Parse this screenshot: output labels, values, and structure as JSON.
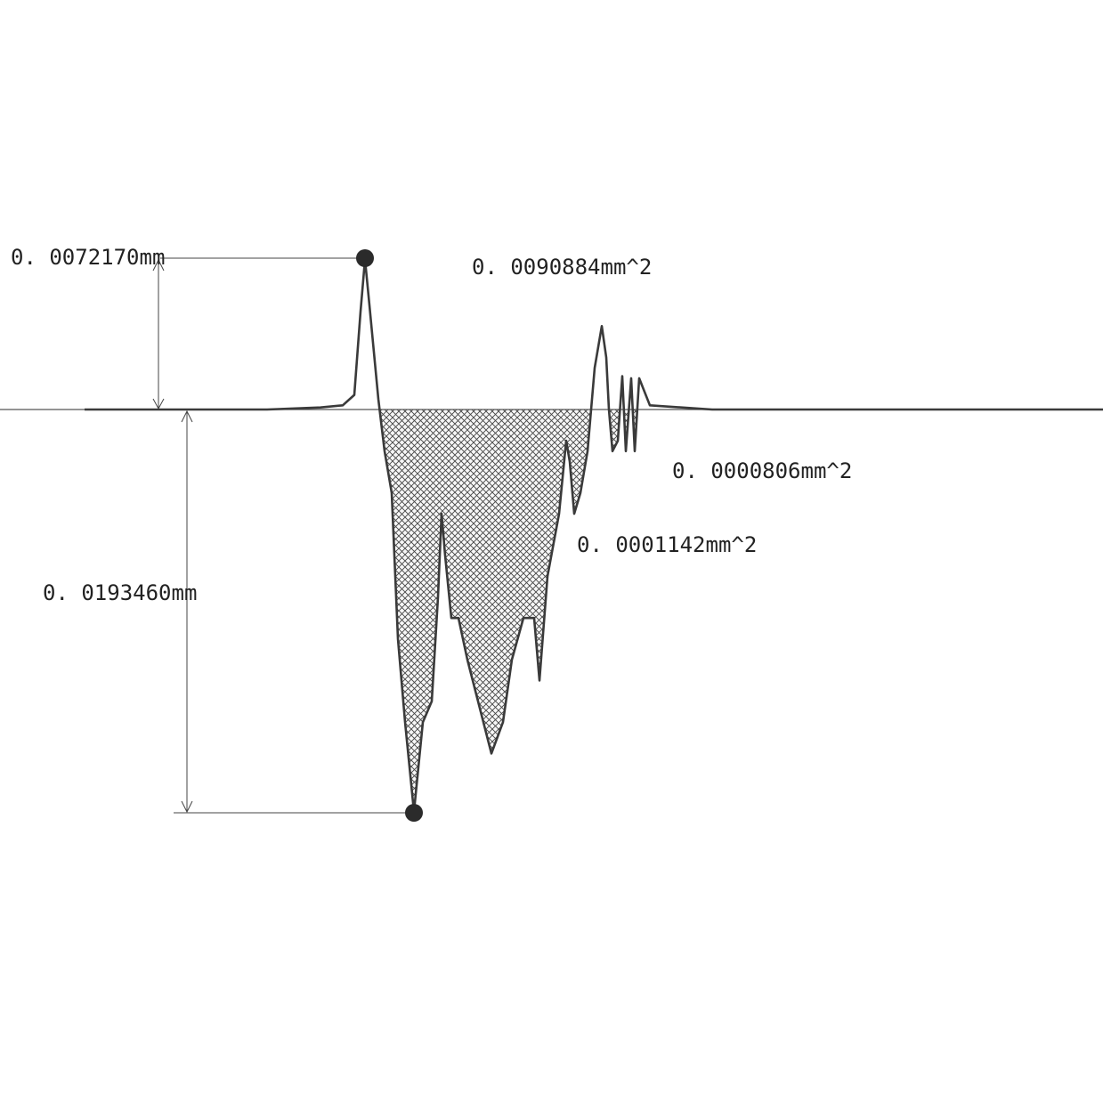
{
  "chart_data": {
    "type": "area",
    "title": "",
    "xlabel": "",
    "ylabel": "",
    "unit": "mm",
    "baseline": 0,
    "ylim": [
      -0.019346,
      0.007217
    ],
    "peak_height": 0.007217,
    "valley_depth": 0.019346,
    "annotations": {
      "peak_height_label": "0. 0072170mm",
      "valley_depth_label": "0. 0193460mm",
      "main_area_label": "0. 0090884mm^2",
      "small_area_label": "0. 0001142mm^2",
      "smallest_area_label": "0. 0000806mm^2"
    },
    "series": [
      {
        "values_mm": [
          0,
          0,
          0.0001,
          0.0002,
          0.0007,
          0.0047,
          0.0072,
          0.005,
          0.0005,
          -0.002,
          -0.004,
          -0.011,
          -0.015,
          -0.0193,
          -0.015,
          -0.014,
          -0.009,
          -0.005,
          -0.007,
          -0.01,
          -0.01,
          -0.012,
          -0.0165,
          -0.015,
          -0.012,
          -0.01,
          -0.01,
          -0.01,
          -0.013,
          -0.008,
          -0.005,
          -0.0015,
          -0.0025,
          -0.005,
          -0.004,
          -0.002,
          0.002,
          0.004,
          0.0025,
          0,
          -0.002,
          -0.0015,
          0.0016,
          -0.002,
          0.0015,
          -0.002,
          0.0015,
          0.0002,
          0,
          0
        ]
      }
    ],
    "areas_mm2": [
      0.0090884,
      0.0001142,
      8.06e-05
    ],
    "hatch": "crosshatch",
    "colors": {
      "profile": "#3a3a3a",
      "fill": "#555555",
      "baseline": "#555555"
    }
  }
}
